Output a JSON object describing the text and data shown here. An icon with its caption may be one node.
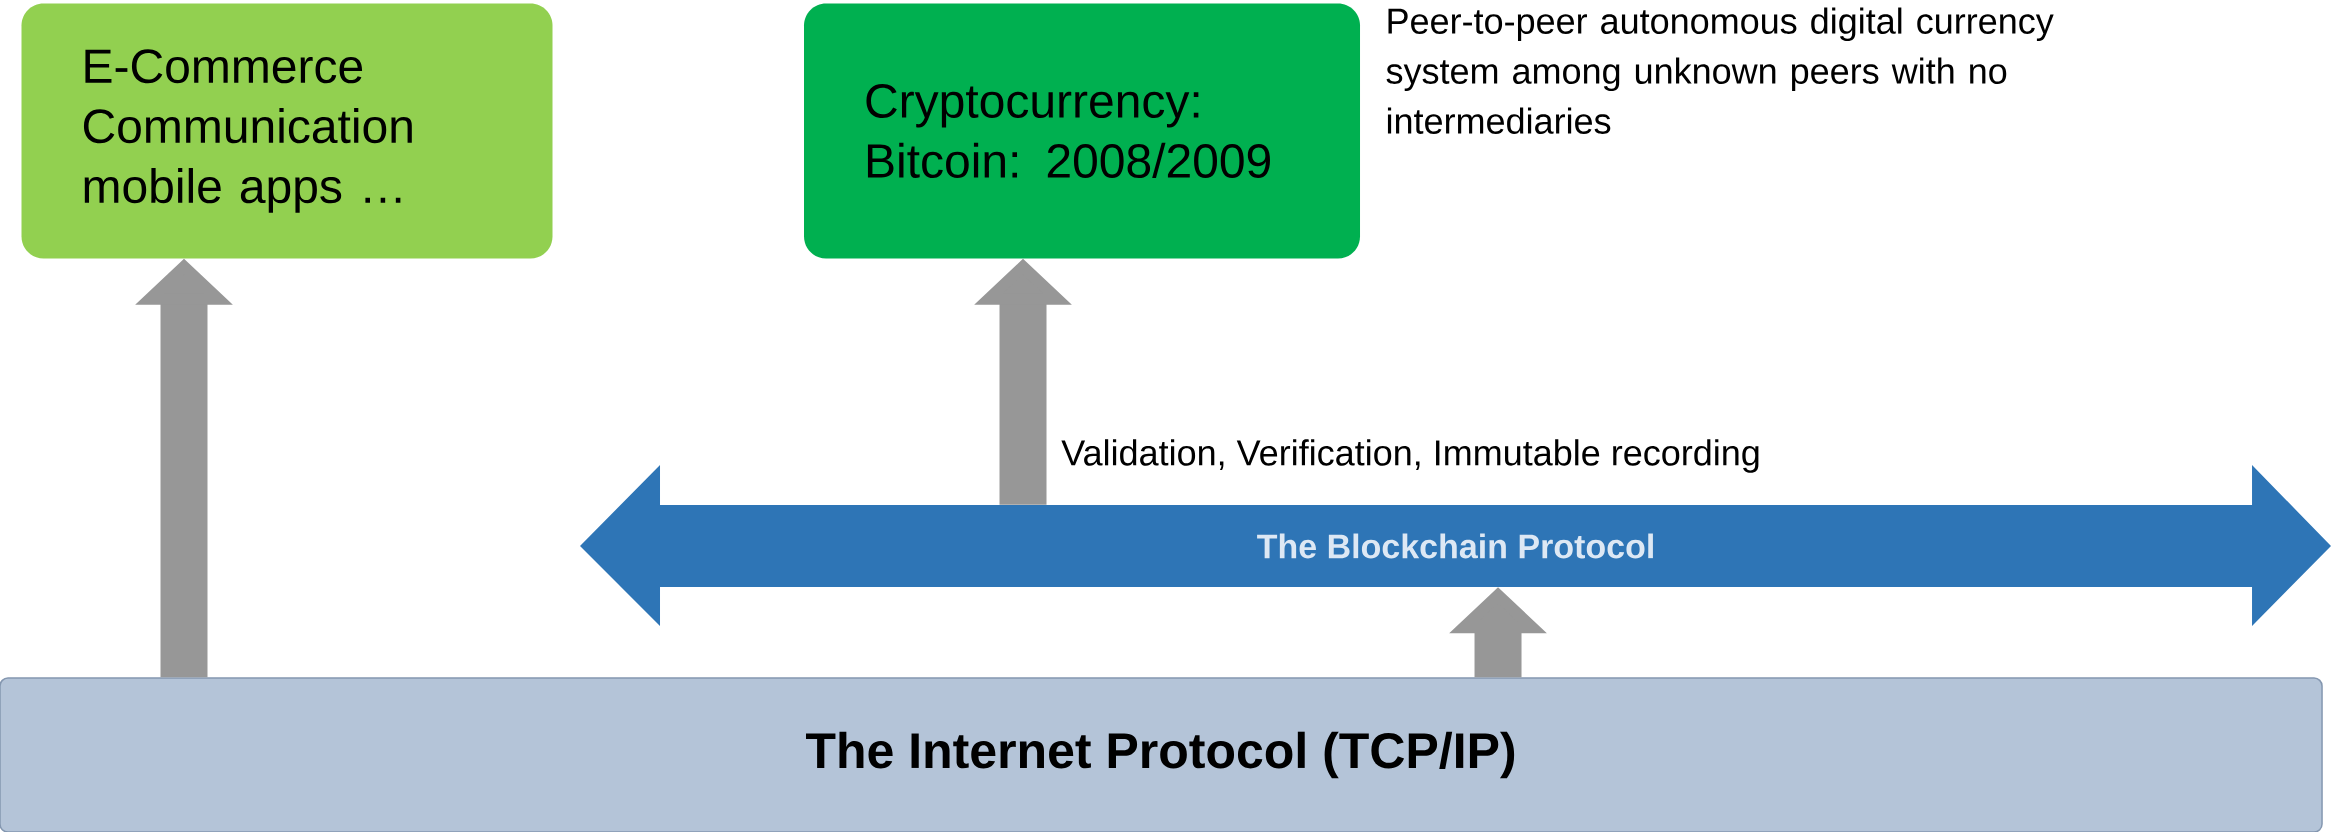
{
  "diagram": {
    "nodes": [
      {
        "text": [
          "E-Commerce Communication mobile apps …"
        ]
      },
      {
        "text": [
          "Cryptocurrency: Bitcoin: 2008/2009"
        ],
        "beside": [
          "Peer-to-peer autonomous digital currency system among unknown peers with no intermediaries"
        ]
      },
      {
        "text": [
          "The Blockchain Protocol"
        ]
      },
      {
        "text": [
          "The Internet Protocol  (TCP/IP)"
        ]
      }
    ],
    "edges": [
      {
        "from": 3,
        "to": 0,
        "arrow": "to"
      },
      {
        "from": 2,
        "to": 1,
        "arrow": "to",
        "label": "Validation, Verification, Immutable recording"
      },
      {
        "from": 3,
        "to": 2,
        "arrow": "to"
      }
    ]
  }
}
